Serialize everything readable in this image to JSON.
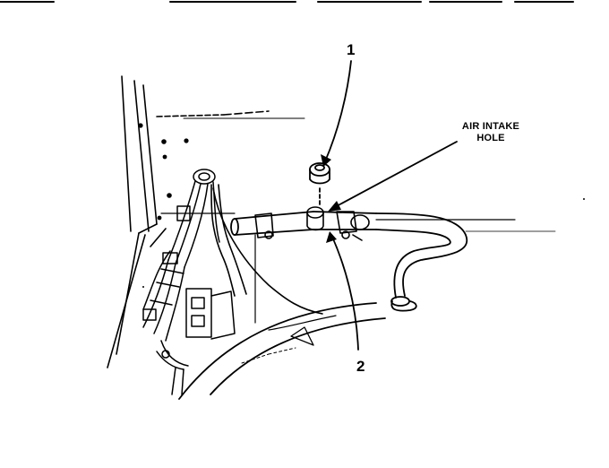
{
  "callouts": {
    "part_1": "1",
    "part_2": "2",
    "air_intake_line1": "AIR INTAKE",
    "air_intake_line2": "HOLE"
  }
}
